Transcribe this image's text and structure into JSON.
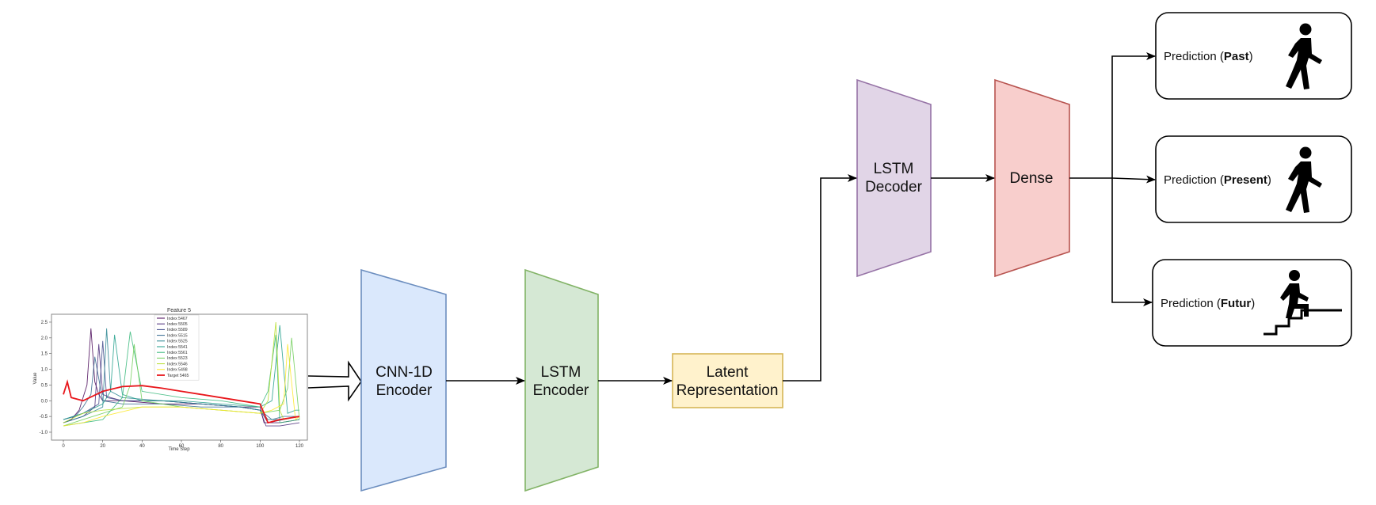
{
  "nodes": {
    "cnn": {
      "line1": "CNN-1D",
      "line2": "Encoder",
      "fill": "#dae8fc",
      "stroke": "#6c8ebf"
    },
    "lstm_enc": {
      "line1": "LSTM",
      "line2": "Encoder",
      "fill": "#d5e8d4",
      "stroke": "#82b366"
    },
    "latent": {
      "line1": "Latent",
      "line2": "Representation",
      "fill": "#fff2cc",
      "stroke": "#d6b656"
    },
    "lstm_dec": {
      "line1": "LSTM",
      "line2": "Decoder",
      "fill": "#e1d5e7",
      "stroke": "#9673a6"
    },
    "dense": {
      "label": "Dense",
      "fill": "#f8cecc",
      "stroke": "#b85450"
    }
  },
  "predictions": [
    {
      "prefix": "Prediction (",
      "bold": "Past",
      "suffix": ")",
      "icon": "walking-person-icon"
    },
    {
      "prefix": "Prediction (",
      "bold": "Present",
      "suffix": ")",
      "icon": "walking-person-icon"
    },
    {
      "prefix": "Prediction (",
      "bold": "Futur",
      "suffix": ")",
      "icon": "stairs-climbing-icon"
    }
  ],
  "chart_data": {
    "type": "line",
    "title": "Feature 5",
    "xlabel": "Time Step",
    "ylabel": "Value",
    "xlim": [
      0,
      120
    ],
    "ylim": [
      -1.0,
      2.6
    ],
    "xticks": [
      "0",
      "20",
      "40",
      "60",
      "80",
      "100",
      "120"
    ],
    "yticks": [
      "2.5",
      "2.0",
      "1.5",
      "1.0",
      "0.5",
      "0.0",
      "-0.5",
      "-1.0"
    ],
    "legend_position": "top-center",
    "series": [
      {
        "name": "Index 5467",
        "color": "#440154",
        "x": [
          0,
          4,
          8,
          12,
          14,
          16,
          18,
          20,
          30,
          50,
          70,
          90,
          100,
          102,
          110,
          120
        ],
        "y": [
          -0.7,
          -0.6,
          -0.3,
          0.5,
          2.3,
          0.6,
          0.2,
          0.0,
          0.0,
          -0.1,
          -0.1,
          -0.2,
          -0.2,
          -0.7,
          -0.7,
          -0.6
        ]
      },
      {
        "name": "Index 5505",
        "color": "#482878",
        "x": [
          0,
          10,
          16,
          18,
          20,
          24,
          30,
          50,
          70,
          90,
          100,
          103,
          110,
          120
        ],
        "y": [
          -0.7,
          -0.5,
          -0.2,
          1.8,
          0.2,
          0.1,
          0.0,
          0.0,
          -0.1,
          -0.2,
          -0.3,
          -0.8,
          -0.8,
          -0.7
        ]
      },
      {
        "name": "Index 5589",
        "color": "#3e4989",
        "x": [
          0,
          10,
          18,
          20,
          22,
          30,
          50,
          70,
          90,
          100,
          104,
          112,
          120
        ],
        "y": [
          -0.6,
          -0.4,
          -0.1,
          1.9,
          0.1,
          0.0,
          0.0,
          -0.1,
          -0.2,
          -0.3,
          -0.7,
          -0.6,
          -0.5
        ]
      },
      {
        "name": "Index 5515",
        "color": "#31688e",
        "x": [
          0,
          6,
          10,
          14,
          16,
          20,
          30,
          50,
          70,
          90,
          100,
          106,
          112,
          120
        ],
        "y": [
          -0.6,
          -0.5,
          -0.2,
          0.2,
          1.4,
          0.0,
          -0.1,
          -0.1,
          -0.2,
          -0.2,
          -0.3,
          -0.6,
          -0.5,
          -0.5
        ]
      },
      {
        "name": "Index 5525",
        "color": "#26828e",
        "x": [
          0,
          10,
          20,
          22,
          24,
          30,
          50,
          70,
          90,
          100,
          104,
          110,
          120
        ],
        "y": [
          -0.7,
          -0.5,
          -0.2,
          2.3,
          0.3,
          0.1,
          0.0,
          -0.1,
          -0.2,
          -0.3,
          -0.6,
          -0.6,
          -0.5
        ]
      },
      {
        "name": "Index 5541",
        "color": "#1f9e89",
        "x": [
          0,
          10,
          20,
          24,
          26,
          30,
          40,
          60,
          80,
          100,
          106,
          110,
          114,
          118,
          120
        ],
        "y": [
          -0.6,
          -0.4,
          -0.1,
          0.3,
          2.1,
          0.2,
          0.0,
          0.0,
          -0.1,
          -0.2,
          0.0,
          2.4,
          -0.4,
          -0.3,
          -0.3
        ]
      },
      {
        "name": "Index 5561",
        "color": "#35b779",
        "x": [
          0,
          20,
          30,
          34,
          40,
          60,
          80,
          100,
          104,
          108,
          110,
          120
        ],
        "y": [
          -0.8,
          -0.6,
          0.1,
          2.2,
          0.3,
          0.1,
          0.0,
          -0.2,
          0.3,
          2.1,
          -0.7,
          -0.6
        ]
      },
      {
        "name": "Index 5523",
        "color": "#6ece58",
        "x": [
          0,
          10,
          20,
          30,
          34,
          36,
          40,
          60,
          80,
          100,
          110,
          114,
          116,
          120
        ],
        "y": [
          -0.8,
          -0.6,
          -0.4,
          -0.2,
          0.5,
          1.8,
          0.0,
          -0.2,
          -0.3,
          -0.4,
          -0.3,
          0.4,
          2.0,
          -0.6
        ]
      },
      {
        "name": "Index 5546",
        "color": "#b5de2b",
        "x": [
          0,
          10,
          20,
          40,
          60,
          80,
          100,
          104,
          108,
          110,
          112,
          120
        ],
        "y": [
          -0.7,
          -0.4,
          -0.3,
          -0.2,
          -0.2,
          -0.3,
          -0.4,
          0.0,
          2.5,
          -0.3,
          -0.6,
          -0.5
        ]
      },
      {
        "name": "Index 5498",
        "color": "#fde725",
        "x": [
          0,
          10,
          20,
          40,
          60,
          80,
          100,
          106,
          112,
          114,
          118,
          120
        ],
        "y": [
          -0.8,
          -0.7,
          -0.5,
          -0.2,
          -0.2,
          -0.3,
          -0.4,
          -0.3,
          -0.1,
          1.8,
          -0.6,
          -0.5
        ]
      },
      {
        "name": "Target 5465",
        "color": "#e8161b",
        "x": [
          0,
          2,
          4,
          10,
          20,
          30,
          40,
          50,
          60,
          70,
          80,
          90,
          100,
          104,
          110,
          120
        ],
        "y": [
          0.2,
          0.6,
          0.1,
          0.0,
          0.3,
          0.45,
          0.48,
          0.4,
          0.3,
          0.2,
          0.1,
          0.0,
          -0.1,
          -0.7,
          -0.6,
          -0.5
        ]
      }
    ]
  }
}
